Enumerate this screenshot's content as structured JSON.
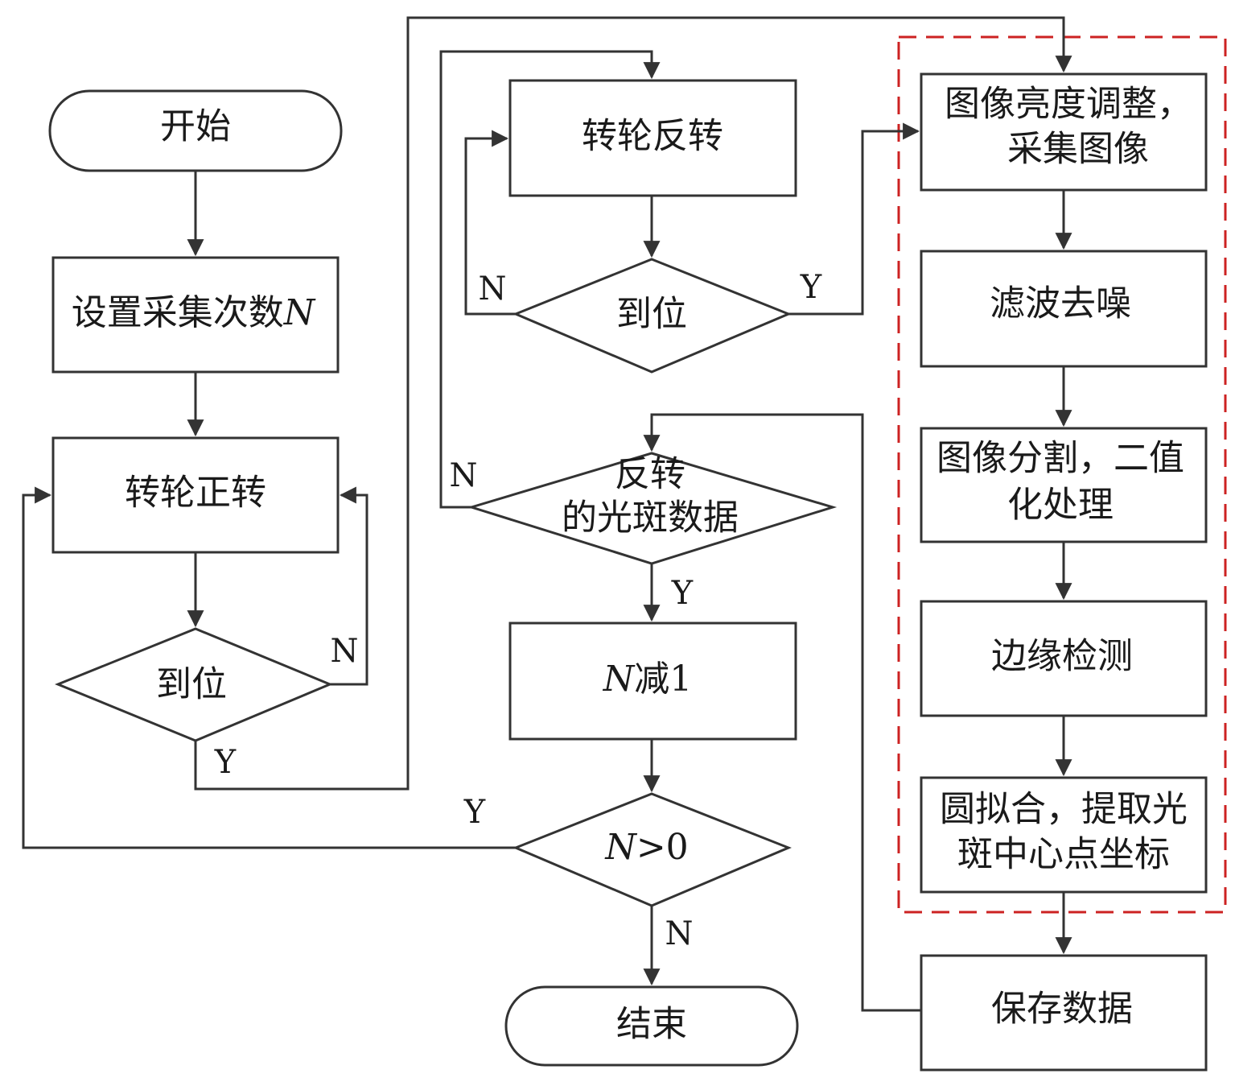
{
  "nodes": {
    "start": "开始",
    "set_count": "设置采集次数",
    "set_count_var": "N",
    "forward": "转轮正转",
    "in_pos_1": "到位",
    "reverse": "转轮反转",
    "in_pos_2": "到位",
    "reverse_data_line1": "反转",
    "reverse_data_line2": "的光斑数据",
    "decrement_var": "N",
    "decrement_text": "减1",
    "n_gt_var": "N",
    "n_gt_text": ">0",
    "end": "结束",
    "brightness_line1": "图像亮度调整，",
    "brightness_line2": "采集图像",
    "denoise": "滤波去噪",
    "segment_line1": "图像分割，二值",
    "segment_line2": "化处理",
    "edge": "边缘检测",
    "circle_line1": "圆拟合，提取光",
    "circle_line2": "斑中心点坐标",
    "save": "保存数据"
  },
  "branch_labels": {
    "in_pos_1_no": "N",
    "in_pos_1_yes": "Y",
    "in_pos_2_no": "N",
    "in_pos_2_yes": "Y",
    "reverse_data_no": "N",
    "reverse_data_yes": "Y",
    "n_gt_yes": "Y",
    "n_gt_no": "N"
  },
  "colors": {
    "stroke": "#333333",
    "group_border": "#cc2222"
  }
}
